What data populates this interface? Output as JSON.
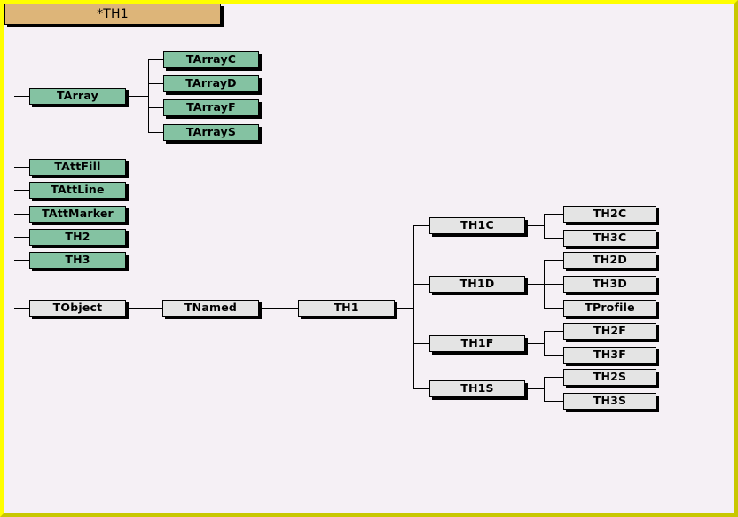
{
  "window": {
    "title": "*TH1",
    "background_color": "#f5f0f5",
    "border_color": "#ffff00",
    "border_shadow_color": "#c8c800"
  },
  "palette": {
    "base_class_fill": "#84c2a2",
    "derived_class_fill": "#e4e4e4",
    "title_fill": "#ddb579",
    "line_color": "#000000"
  },
  "diagram": {
    "type": "class-hierarchy",
    "root": "TH1",
    "base_classes": [
      {
        "label": "TArray",
        "kind": "base"
      },
      {
        "label": "TAttFill",
        "kind": "base"
      },
      {
        "label": "TAttLine",
        "kind": "base"
      },
      {
        "label": "TAttMarker",
        "kind": "base"
      },
      {
        "label": "TH2",
        "kind": "base"
      },
      {
        "label": "TH3",
        "kind": "base"
      },
      {
        "label": "TObject",
        "kind": "derived"
      }
    ],
    "array_children": [
      {
        "label": "TArrayC",
        "kind": "base"
      },
      {
        "label": "TArrayD",
        "kind": "base"
      },
      {
        "label": "TArrayF",
        "kind": "base"
      },
      {
        "label": "TArrayS",
        "kind": "base"
      }
    ],
    "spine": [
      {
        "label": "TObject",
        "kind": "derived"
      },
      {
        "label": "TNamed",
        "kind": "derived"
      },
      {
        "label": "TH1",
        "kind": "derived"
      }
    ],
    "derived": [
      {
        "label": "TH1C",
        "children": [
          {
            "label": "TH2C"
          },
          {
            "label": "TH3C"
          }
        ]
      },
      {
        "label": "TH1D",
        "children": [
          {
            "label": "TH2D"
          },
          {
            "label": "TH3D"
          },
          {
            "label": "TProfile"
          }
        ]
      },
      {
        "label": "TH1F",
        "children": [
          {
            "label": "TH2F"
          },
          {
            "label": "TH3F"
          }
        ]
      },
      {
        "label": "TH1S",
        "children": [
          {
            "label": "TH2S"
          },
          {
            "label": "TH3S"
          }
        ]
      }
    ]
  }
}
